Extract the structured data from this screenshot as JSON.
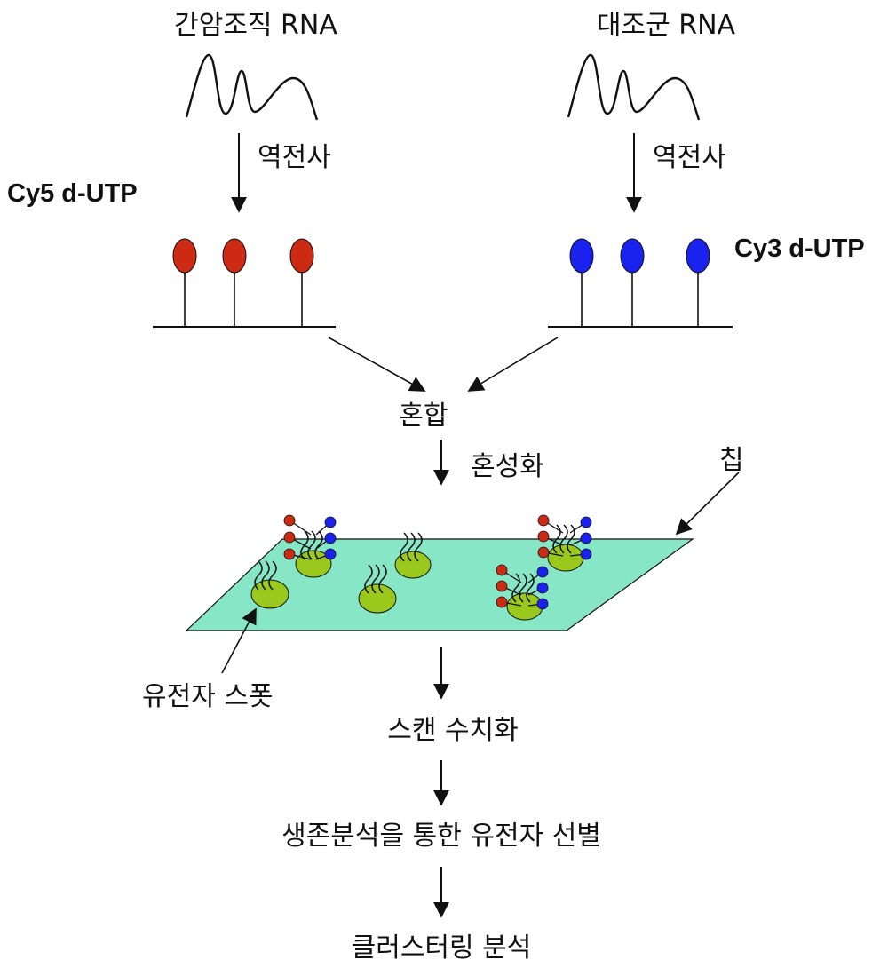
{
  "labels": {
    "cancer_rna": "간암조직 RNA",
    "control_rna": "대조군 RNA",
    "rt_left": "역전사",
    "rt_right": "역전사",
    "cy5": "Cy5 d-UTP",
    "cy3": "Cy3 d-UTP",
    "mix": "혼합",
    "hybridization": "혼성화",
    "chip": "칩",
    "gene_spot": "유전자 스폿",
    "scan": "스캔 수치화",
    "survival": "생존분석을 통한 유전자 선별",
    "clustering": "클러스터링 분석"
  },
  "colors": {
    "cy5_dye": "#cc2a12",
    "cy3_dye": "#1a22ee",
    "chip": "#86e6c6",
    "spot": "#9bc81c",
    "line": "#111111"
  }
}
